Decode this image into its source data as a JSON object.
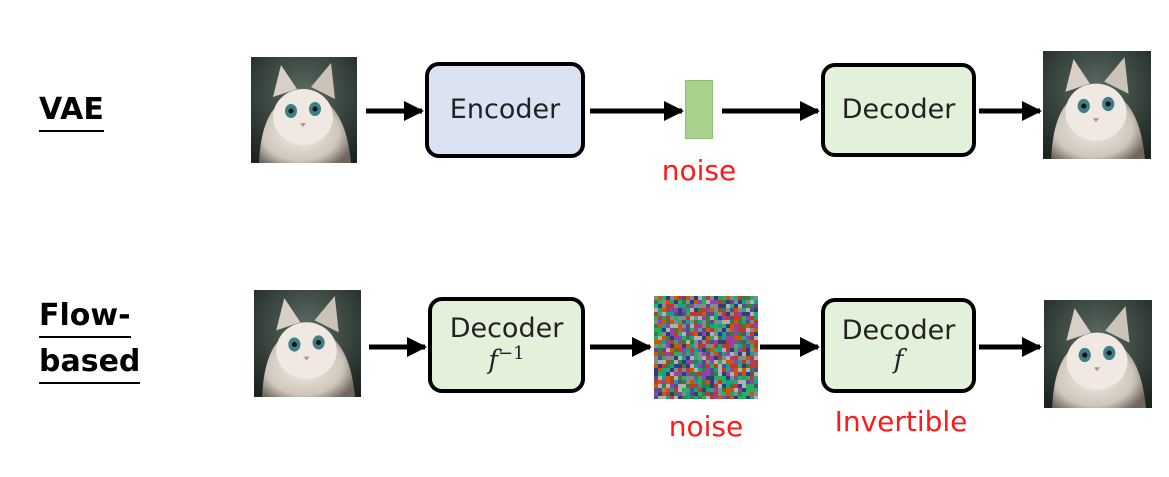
{
  "vae": {
    "label": "VAE",
    "encoder_label": "Encoder",
    "decoder_label": "Decoder",
    "noise_label": "noise"
  },
  "flow": {
    "label_line1": "Flow-",
    "label_line2": "based",
    "decoder_inverse_label": "Decoder",
    "decoder_inverse_formula_base": "f",
    "decoder_inverse_formula_exp": "−1",
    "decoder_label": "Decoder",
    "decoder_formula": "f",
    "noise_label": "noise",
    "invertible_label": "Invertible"
  },
  "colors": {
    "encoder_fill": "#dbe3f3",
    "decoder_fill": "#e3f0da",
    "latent_fill": "#a9d18e",
    "annotation_red": "#ff1a1a"
  },
  "icons": {
    "input_image": "cat-photo",
    "latent": "latent-vector",
    "noise_image": "noise-image"
  }
}
